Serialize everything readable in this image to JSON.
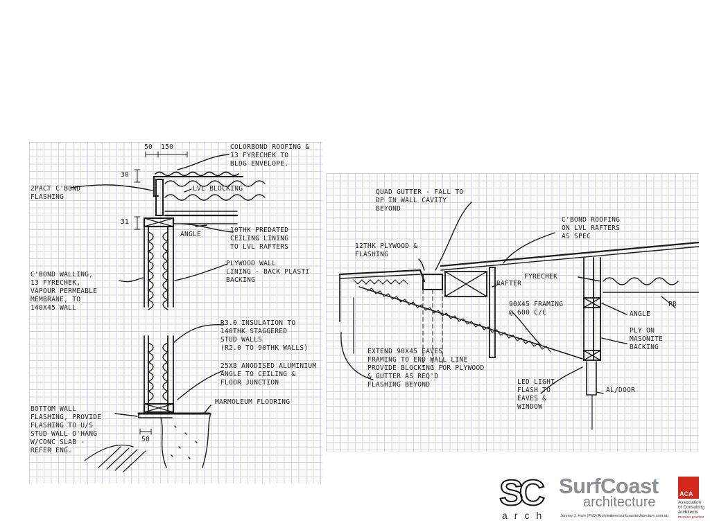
{
  "left_detail": {
    "labels": {
      "dim_top": "50  150",
      "dim_30": "30",
      "dim_31": "31",
      "dim_50": "50",
      "roofing": "COLORBOND ROOFING &\n13 FYRECHEK TO\nBLDG ENVELOPE.",
      "flashing": "2PACT C'BOND\nFLASHING",
      "lvl_blocking": "LVL BLOCKING",
      "angle": "ANGLE",
      "ceiling": "10THK PREDATED\nCEILING LINING\nTO LVL RAFTERS",
      "walling": "C'BOND WALLING,\n13 FYRECHEK,\nVAPOUR PERMEABLE\nMEMBRANE, TO\n140X45 WALL",
      "ply_lining": "PLYWOOD WALL\nLINING - BACK PLASTI\nBACKING",
      "insulation": "R3.0 INSULATION TO\n140THK STAGGERED\nSTUD WALLS\n(R2.0 TO 90THK WALLS)",
      "anodised": "25X8 ANODISED ALUMINIUM\nANGLE TO CEILING &\nFLOOR JUNCTION",
      "marmoleum": "MARMOLEUM FLOORING",
      "bottom": "BOTTOM WALL\nFLASHING, PROVIDE\nFLASHING TO U/S\nSTUD WALL O'HANG\nW/CONC SLAB -\nREFER ENG."
    }
  },
  "right_detail": {
    "labels": {
      "quad_gutter": "QUAD GUTTER - FALL TO\nDP IN WALL CAVITY\nBEYOND",
      "cbond_roofing": "C'BOND ROOFING\nON LVL RAFTERS\nAS SPEC",
      "plywood": "12THK PLYWOOD &\nFLASHING",
      "fyrechek": "FYRECHEK",
      "rafter": "RAFTER",
      "pb": "PB",
      "framing": "90X45 FRAMING\n@ 600 C/C",
      "angle": "ANGLE",
      "ply_on": "PLY ON\nMASONITE\nBACKING",
      "extend": "EXTEND 90X45 EAVES\nFRAMING TO END WALL LINE\nPROVIDE BLOCKING FOR PLYWOOD\n& GUTTER AS REQ'D\nFLASHING BEYOND",
      "led": "LED LIGHT\nFLASH TO\nEAVES &\nWINDOW",
      "door": "AL/DOOR"
    }
  },
  "footer": {
    "sc_mark": "SC",
    "sc_sub": "arch",
    "brand_name": "SurfCoast",
    "brand_sub": "architecture",
    "architect": "Jeremy J. Ham (PhD) Architect",
    "website": "www.surfcoastarchitecture.com.au",
    "aca_mark": "ACA",
    "aca_line1": "Association",
    "aca_line2": "of Consulting",
    "aca_line3": "Architects",
    "aca_member": "member practice",
    "aca_color": "#d4271c"
  }
}
